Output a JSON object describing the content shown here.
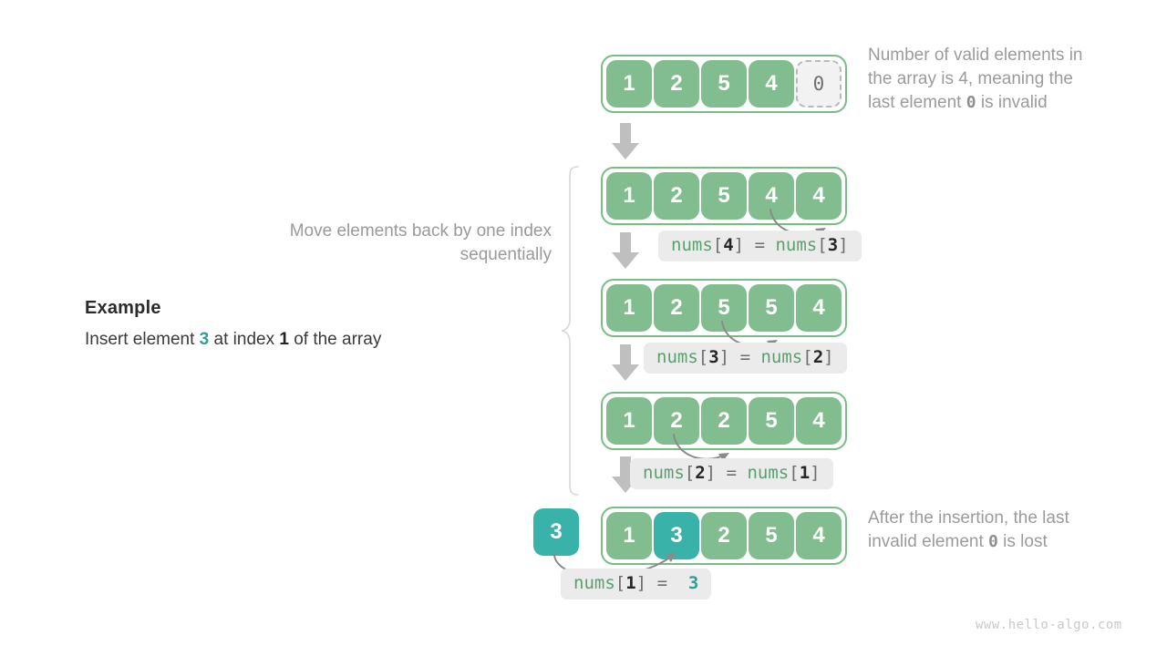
{
  "page": {
    "watermark": "www.hello-algo.com",
    "colors": {
      "array_green": "#81bd8e",
      "array_border_green": "#79bc86",
      "highlight_teal": "#39b3aa",
      "invalid_gray": "#f2f2f2",
      "code_bg": "#ebebeb",
      "code_var_green": "#5aa06c",
      "note_gray": "#9b9b9b",
      "arrow_gray": "#bdbdbd"
    }
  },
  "example": {
    "title": "Example",
    "desc_prefix": "Insert element ",
    "desc_value": "3",
    "desc_middle": " at index ",
    "desc_index": "1",
    "desc_suffix": " of the array"
  },
  "move_caption": "Move elements back by one index sequentially",
  "notes": {
    "top_line1": "Number of valid elements in",
    "top_line2": "the array is 4, meaning the",
    "top_line3_prefix": "last element ",
    "top_line3_value": "0",
    "top_line3_suffix": " is invalid",
    "bottom_line1": "After the insertion, the last",
    "bottom_line2_prefix": "invalid element ",
    "bottom_line2_value": "0",
    "bottom_line2_suffix": " is lost"
  },
  "rows": [
    {
      "id": "row-initial",
      "cells": [
        {
          "value": "1",
          "state": "valid"
        },
        {
          "value": "2",
          "state": "valid"
        },
        {
          "value": "5",
          "state": "valid"
        },
        {
          "value": "4",
          "state": "valid"
        },
        {
          "value": "0",
          "state": "invalid"
        }
      ]
    },
    {
      "id": "row-shift-4",
      "cells": [
        {
          "value": "1",
          "state": "valid"
        },
        {
          "value": "2",
          "state": "valid"
        },
        {
          "value": "5",
          "state": "valid"
        },
        {
          "value": "4",
          "state": "valid"
        },
        {
          "value": "4",
          "state": "valid"
        }
      ]
    },
    {
      "id": "row-shift-3",
      "cells": [
        {
          "value": "1",
          "state": "valid"
        },
        {
          "value": "2",
          "state": "valid"
        },
        {
          "value": "5",
          "state": "valid"
        },
        {
          "value": "5",
          "state": "valid"
        },
        {
          "value": "4",
          "state": "valid"
        }
      ]
    },
    {
      "id": "row-shift-2",
      "cells": [
        {
          "value": "1",
          "state": "valid"
        },
        {
          "value": "2",
          "state": "valid"
        },
        {
          "value": "2",
          "state": "valid"
        },
        {
          "value": "5",
          "state": "valid"
        },
        {
          "value": "4",
          "state": "valid"
        }
      ]
    },
    {
      "id": "row-final",
      "cells": [
        {
          "value": "1",
          "state": "valid"
        },
        {
          "value": "3",
          "state": "teal"
        },
        {
          "value": "2",
          "state": "valid"
        },
        {
          "value": "5",
          "state": "valid"
        },
        {
          "value": "4",
          "state": "valid"
        }
      ]
    }
  ],
  "insert_chip": {
    "value": "3"
  },
  "code_labels": [
    {
      "id": "code-4-3",
      "var1": "nums",
      "ob1": "[",
      "i1": "4",
      "cb1": "]",
      "eq": "=",
      "var2": "nums",
      "ob2": "[",
      "i2": "3",
      "cb2": "]"
    },
    {
      "id": "code-3-2",
      "var1": "nums",
      "ob1": "[",
      "i1": "3",
      "cb1": "]",
      "eq": "=",
      "var2": "nums",
      "ob2": "[",
      "i2": "2",
      "cb2": "]"
    },
    {
      "id": "code-2-1",
      "var1": "nums",
      "ob1": "[",
      "i1": "2",
      "cb1": "]",
      "eq": "=",
      "var2": "nums",
      "ob2": "[",
      "i2": "1",
      "cb2": "]"
    },
    {
      "id": "code-1-val",
      "var1": "nums",
      "ob1": "[",
      "i1": "1",
      "cb1": "]",
      "eq": "=",
      "value": "3"
    }
  ]
}
